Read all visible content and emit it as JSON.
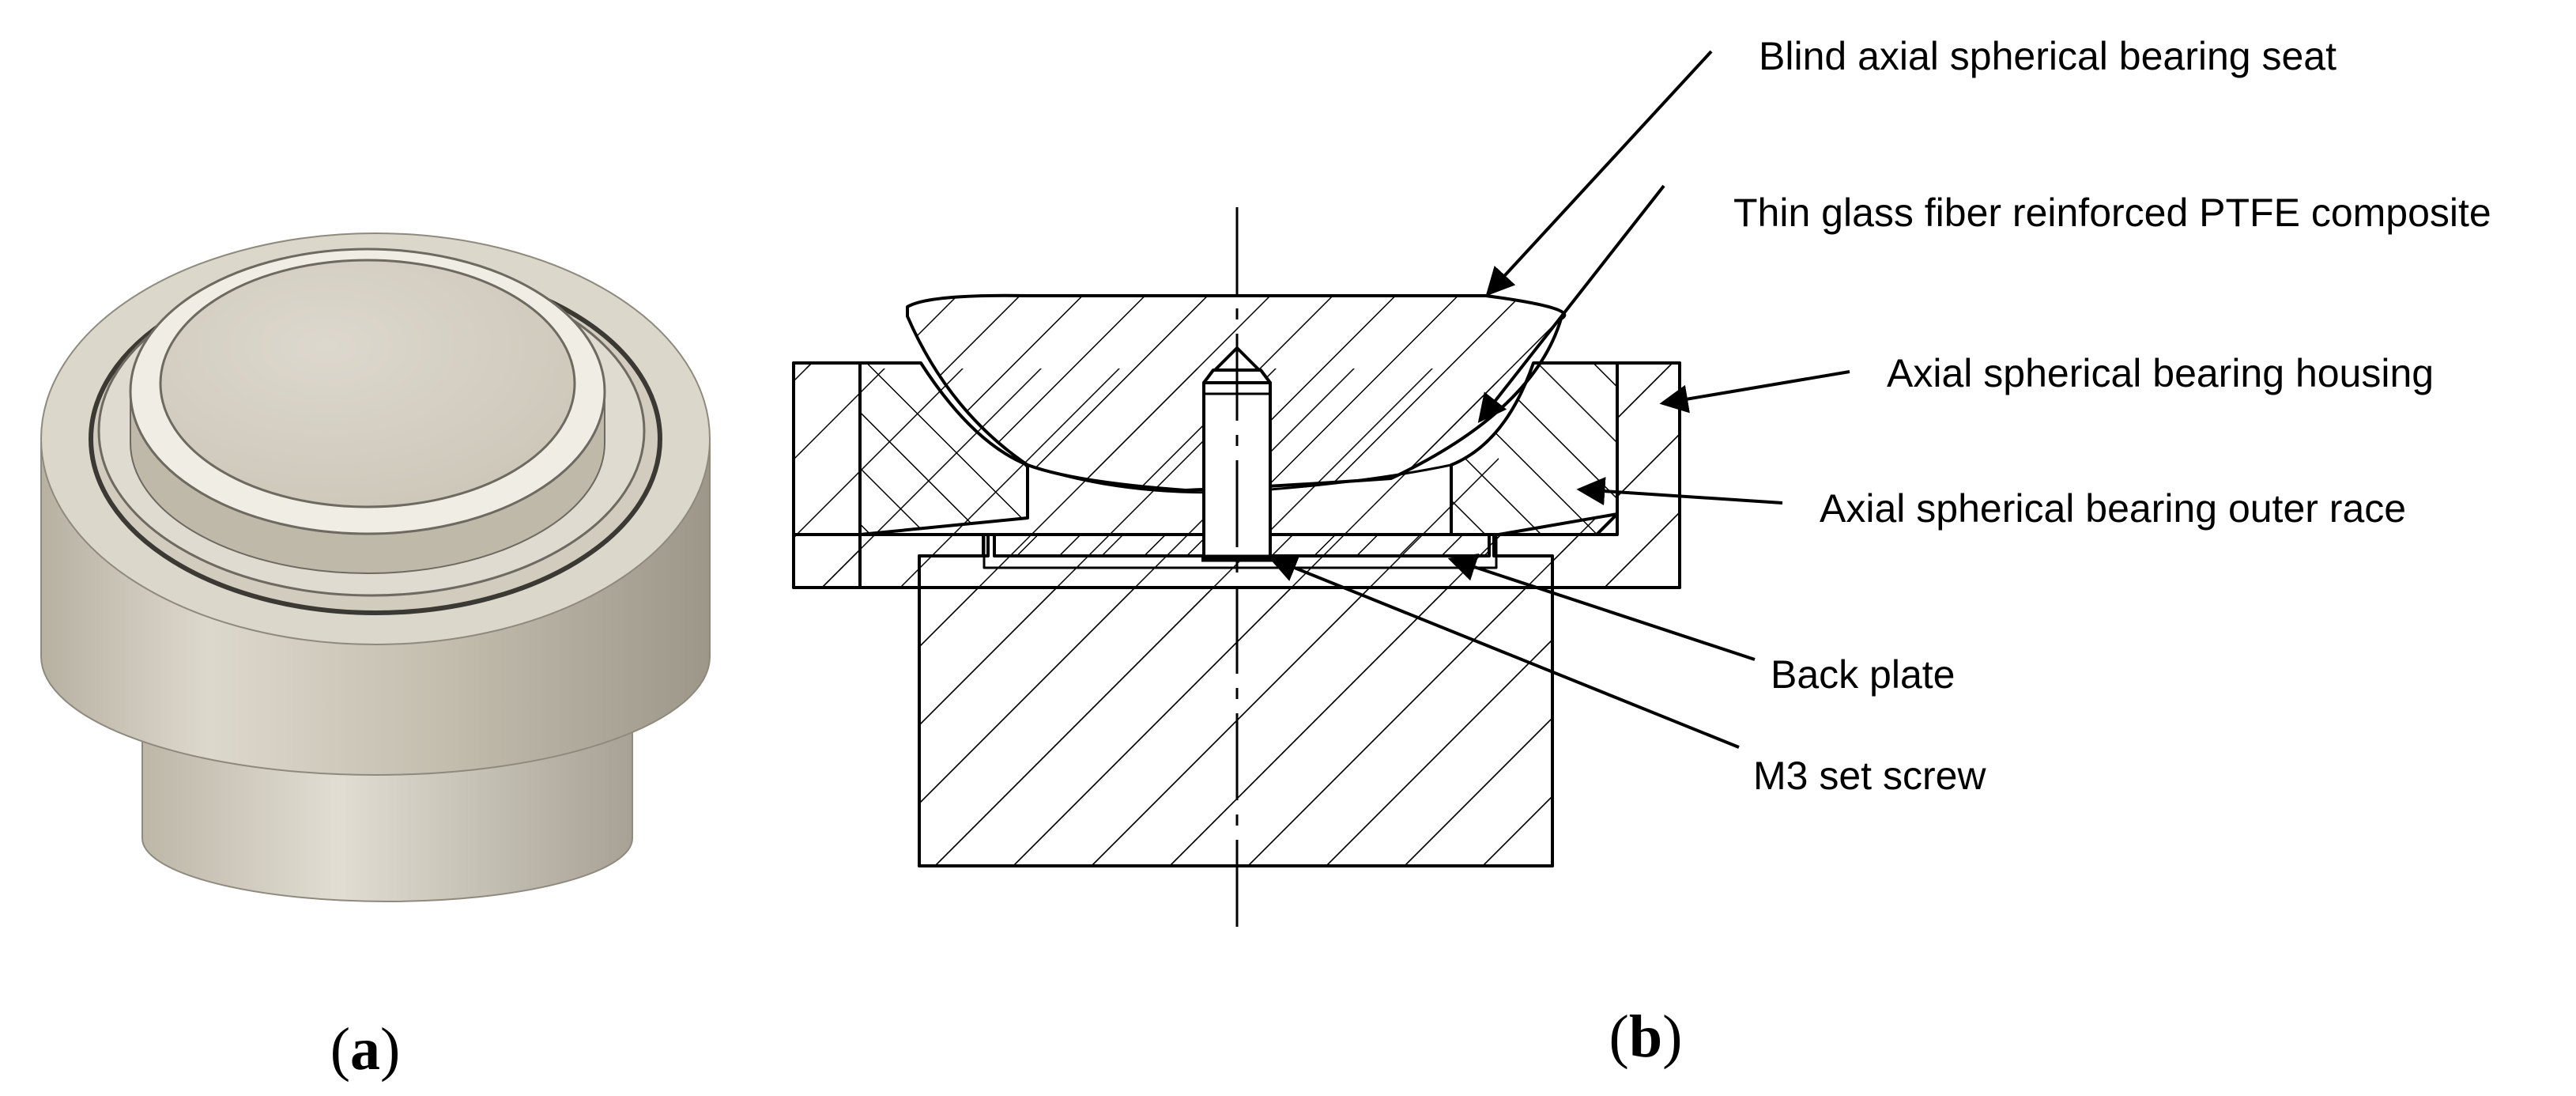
{
  "panels": {
    "a": {
      "label_open": "(",
      "label_letter": "a",
      "label_close": ")"
    },
    "b": {
      "label_open": "(",
      "label_letter": "b",
      "label_close": ")"
    }
  },
  "callouts": {
    "seat": "Blind axial spherical bearing seat",
    "ptfe": "Thin glass fiber reinforced PTFE composite",
    "housing": "Axial spherical bearing housing",
    "outer_race": "Axial spherical bearing outer race",
    "back_plate": "Back plate",
    "set_screw": "M3 set screw"
  },
  "colors": {
    "ink": "#000000",
    "metal_light": "#e8e4da",
    "metal_mid": "#c9c3b4",
    "metal_dark": "#8f8a7e"
  }
}
